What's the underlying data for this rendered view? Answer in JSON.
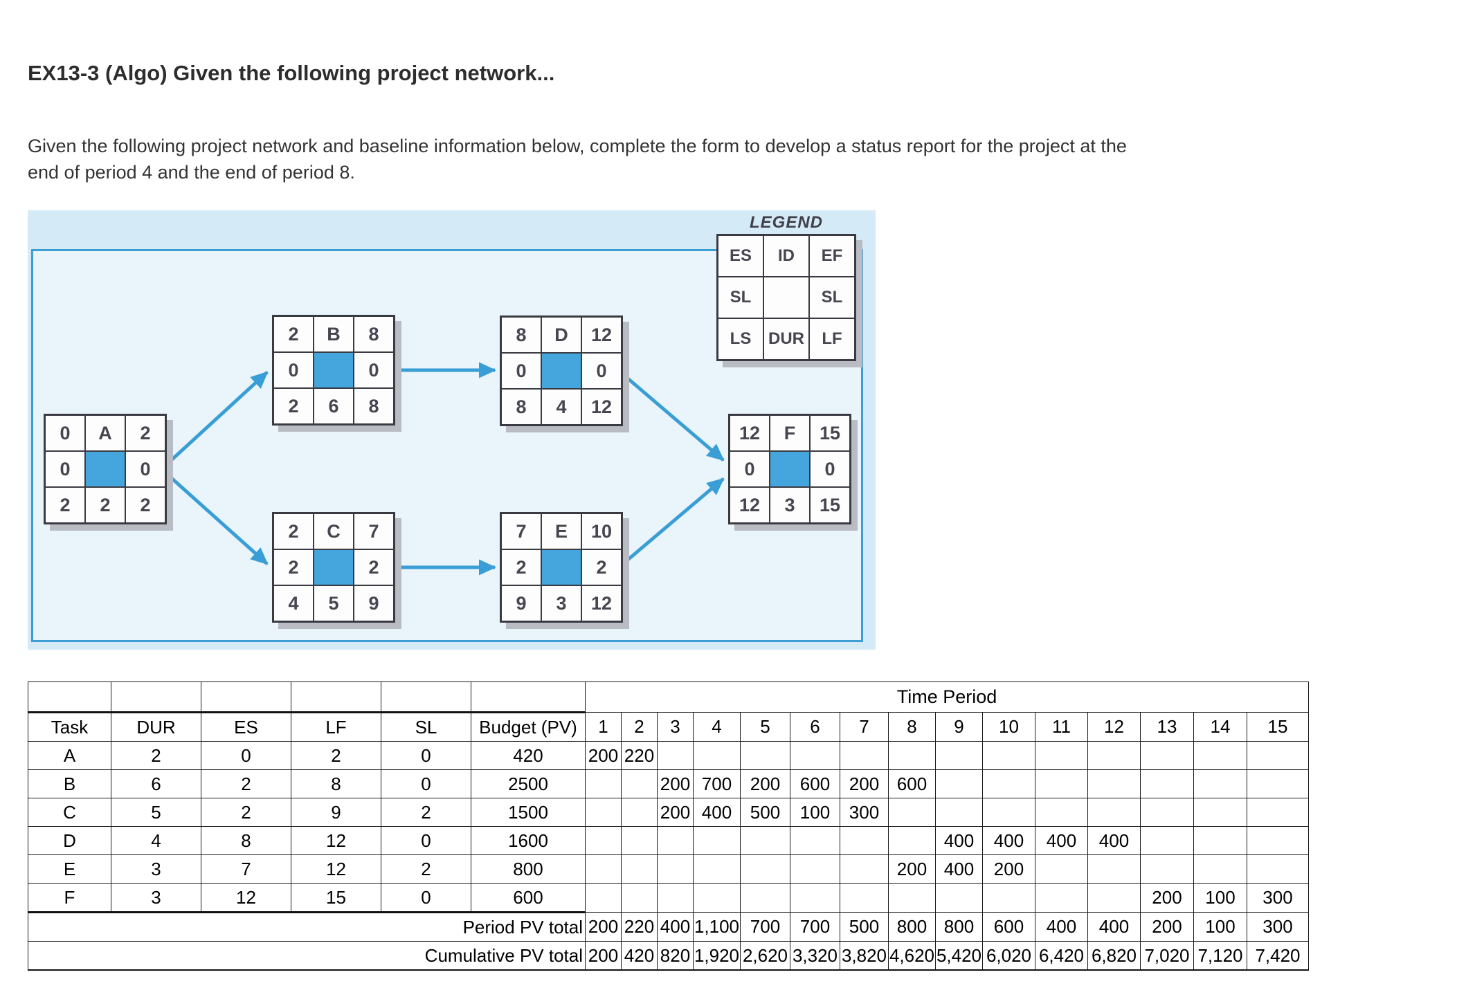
{
  "page": {
    "title": "EX13-3 (Algo) Given the following project network...",
    "description_line1": "Given the following project network and baseline information below, complete the form to develop a status report for the project at the",
    "description_line2": "end of period 4 and the end of period 8."
  },
  "colors": {
    "node_blue": "#44a6dd",
    "arrow_blue": "#3a9ed6",
    "diagram_bg": "#d5eaf7",
    "inner_box_bg": "#eaf4fb",
    "inner_box_border": "#3d9ed3"
  },
  "legend": {
    "title": "LEGEND",
    "cells": [
      [
        "ES",
        "ID",
        "EF"
      ],
      [
        "SL",
        "",
        "SL"
      ],
      [
        "LS",
        "DUR",
        "LF"
      ]
    ]
  },
  "network": {
    "nodes": [
      {
        "id": "A",
        "cells": [
          [
            "0",
            "A",
            "2"
          ],
          [
            "0",
            "",
            "0"
          ],
          [
            "2",
            "2",
            "2"
          ]
        ]
      },
      {
        "id": "B",
        "cells": [
          [
            "2",
            "B",
            "8"
          ],
          [
            "0",
            "",
            "0"
          ],
          [
            "2",
            "6",
            "8"
          ]
        ]
      },
      {
        "id": "C",
        "cells": [
          [
            "2",
            "C",
            "7"
          ],
          [
            "2",
            "",
            "2"
          ],
          [
            "4",
            "5",
            "9"
          ]
        ]
      },
      {
        "id": "D",
        "cells": [
          [
            "8",
            "D",
            "12"
          ],
          [
            "0",
            "",
            "0"
          ],
          [
            "8",
            "4",
            "12"
          ]
        ]
      },
      {
        "id": "E",
        "cells": [
          [
            "7",
            "E",
            "10"
          ],
          [
            "2",
            "",
            "2"
          ],
          [
            "9",
            "3",
            "12"
          ]
        ]
      },
      {
        "id": "F",
        "cells": [
          [
            "12",
            "F",
            "15"
          ],
          [
            "0",
            "",
            "0"
          ],
          [
            "12",
            "3",
            "15"
          ]
        ]
      }
    ]
  },
  "table": {
    "time_period_label": "Time Period",
    "headers": [
      "Task",
      "DUR",
      "ES",
      "LF",
      "SL",
      "Budget (PV)",
      "1",
      "2",
      "3",
      "4",
      "5",
      "6",
      "7",
      "8",
      "9",
      "10",
      "11",
      "12",
      "13",
      "14",
      "15"
    ],
    "rows": [
      {
        "task": "A",
        "dur": "2",
        "es": "0",
        "lf": "2",
        "sl": "0",
        "budget": "420",
        "periods": [
          "200",
          "220",
          "",
          "",
          "",
          "",
          "",
          "",
          "",
          "",
          "",
          "",
          "",
          "",
          ""
        ]
      },
      {
        "task": "B",
        "dur": "6",
        "es": "2",
        "lf": "8",
        "sl": "0",
        "budget": "2500",
        "periods": [
          "",
          "",
          "200",
          "700",
          "200",
          "600",
          "200",
          "600",
          "",
          "",
          "",
          "",
          "",
          "",
          ""
        ]
      },
      {
        "task": "C",
        "dur": "5",
        "es": "2",
        "lf": "9",
        "sl": "2",
        "budget": "1500",
        "periods": [
          "",
          "",
          "200",
          "400",
          "500",
          "100",
          "300",
          "",
          "",
          "",
          "",
          "",
          "",
          "",
          ""
        ]
      },
      {
        "task": "D",
        "dur": "4",
        "es": "8",
        "lf": "12",
        "sl": "0",
        "budget": "1600",
        "periods": [
          "",
          "",
          "",
          "",
          "",
          "",
          "",
          "",
          "400",
          "400",
          "400",
          "400",
          "",
          "",
          ""
        ]
      },
      {
        "task": "E",
        "dur": "3",
        "es": "7",
        "lf": "12",
        "sl": "2",
        "budget": "800",
        "periods": [
          "",
          "",
          "",
          "",
          "",
          "",
          "",
          "200",
          "400",
          "200",
          "",
          "",
          "",
          "",
          ""
        ]
      },
      {
        "task": "F",
        "dur": "3",
        "es": "12",
        "lf": "15",
        "sl": "0",
        "budget": "600",
        "periods": [
          "",
          "",
          "",
          "",
          "",
          "",
          "",
          "",
          "",
          "",
          "",
          "",
          "200",
          "100",
          "300"
        ]
      }
    ],
    "period_total_label": "Period PV total",
    "period_totals": [
      "200",
      "220",
      "400",
      "1,100",
      "700",
      "700",
      "500",
      "800",
      "800",
      "600",
      "400",
      "400",
      "200",
      "100",
      "300"
    ],
    "cumulative_total_label": "Cumulative PV total",
    "cumulative_totals": [
      "200",
      "420",
      "820",
      "1,920",
      "2,620",
      "3,320",
      "3,820",
      "4,620",
      "5,420",
      "6,020",
      "6,420",
      "6,820",
      "7,020",
      "7,120",
      "7,420"
    ]
  },
  "layout_widths": [
    120,
    130,
    130,
    130,
    130,
    165,
    52,
    52,
    52,
    68,
    72,
    72,
    70,
    68,
    68,
    76,
    76,
    76,
    77,
    77,
    89
  ]
}
